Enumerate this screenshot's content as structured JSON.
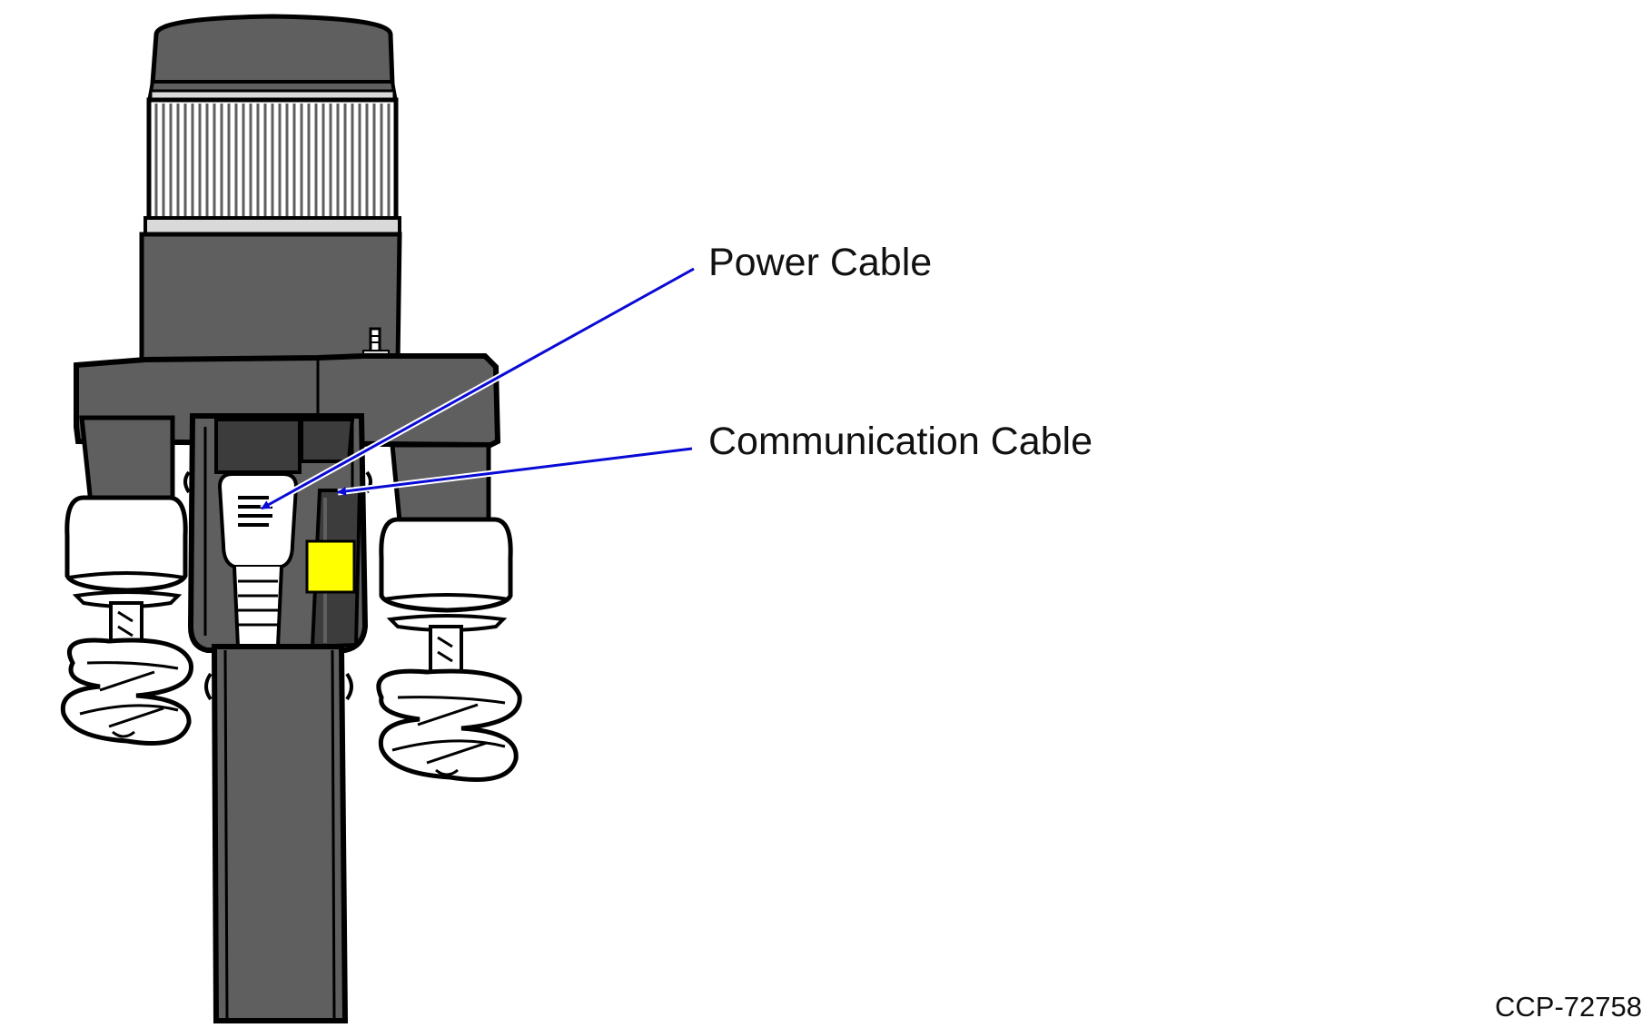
{
  "callouts": {
    "power": "Power Cable",
    "communication": "Communication Cable"
  },
  "figure_id": "CCP-72758",
  "colors": {
    "housing": "#5f5f5f",
    "housing_dark": "#3c3c3c",
    "outline": "#000000",
    "bulb": "#ffffff",
    "arrow": "#0a0ad6",
    "label_tag": "#ffff00",
    "ring_light": "#d9d9d9"
  }
}
